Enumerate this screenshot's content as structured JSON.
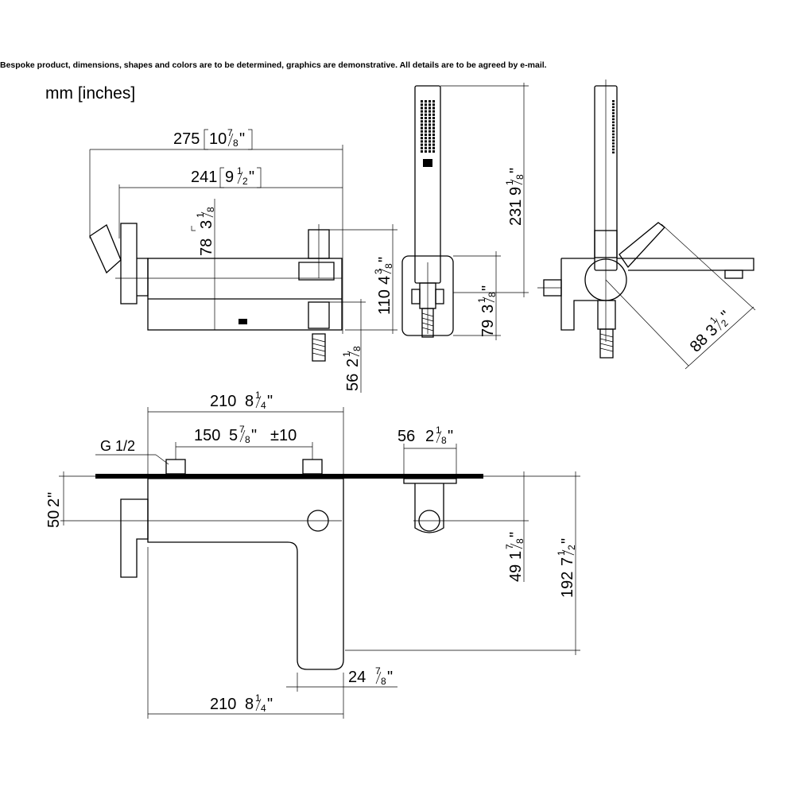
{
  "header": {
    "disclaimer": "Bespoke product, dimensions, shapes and colors are to be determined, graphics are demonstrative. All details are to be agreed by e-mail.",
    "units": "mm [inches]"
  },
  "dimensions": {
    "d275": {
      "mm": "275",
      "in_whole": "10",
      "in_num": "7",
      "in_den": "8"
    },
    "d241": {
      "mm": "241",
      "in_whole": "9",
      "in_num": "1",
      "in_den": "2"
    },
    "d78": {
      "mm": "78",
      "in_whole": "3",
      "in_num": "1",
      "in_den": "8"
    },
    "d110": {
      "mm": "110",
      "in_whole": "4",
      "in_num": "3",
      "in_den": "8"
    },
    "d56v": {
      "mm": "56",
      "in_whole": "2",
      "in_num": "1",
      "in_den": "8"
    },
    "d231": {
      "mm": "231",
      "in_whole": "9",
      "in_num": "1",
      "in_den": "8"
    },
    "d79": {
      "mm": "79",
      "in_whole": "3",
      "in_num": "1",
      "in_den": "8"
    },
    "d88": {
      "mm": "88",
      "in_whole": "3",
      "in_num": "1",
      "in_den": "2"
    },
    "d210t": {
      "mm": "210",
      "in_whole": "8",
      "in_num": "1",
      "in_den": "4"
    },
    "d150": {
      "mm": "150",
      "in_whole": "5",
      "in_num": "7",
      "in_den": "8",
      "tolerance": "±10"
    },
    "thread": "G 1/2",
    "d56h": {
      "mm": "56",
      "in_whole": "2",
      "in_num": "1",
      "in_den": "8"
    },
    "d50": {
      "mm": "50",
      "in_whole": "2"
    },
    "d49": {
      "mm": "49",
      "in_whole": "1",
      "in_num": "7",
      "in_den": "8"
    },
    "d192": {
      "mm": "192",
      "in_whole": "7",
      "in_num": "1",
      "in_den": "2"
    },
    "d24": {
      "mm": "24",
      "in_num": "7",
      "in_den": "8"
    },
    "d210b": {
      "mm": "210",
      "in_whole": "8",
      "in_num": "1",
      "in_den": "4"
    }
  }
}
